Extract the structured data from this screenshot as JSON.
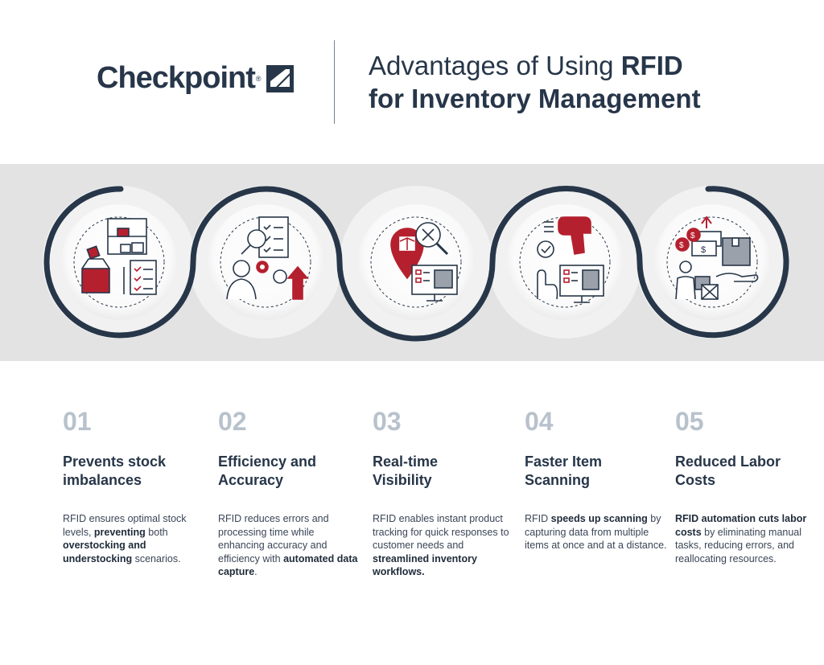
{
  "brand": {
    "name": "Checkpoint",
    "registered_mark": "®",
    "color": "#273649"
  },
  "title": {
    "line1_prefix": "Advantages of Using ",
    "line1_bold": "RFID",
    "line2": "for Inventory Management"
  },
  "colors": {
    "navy": "#273649",
    "red": "#b5202e",
    "band_gray": "#e3e3e3",
    "number_gray": "#b8c2cc"
  },
  "items": [
    {
      "number": "01",
      "heading_line1": "Prevents stock",
      "heading_line2": "imbalances",
      "icon": "warehouse-shelf-boxes-checklist-icon",
      "desc": [
        {
          "t": "RFID ensures optimal stock levels, ",
          "b": false
        },
        {
          "t": "preventing",
          "b": true
        },
        {
          "t": " both ",
          "b": false
        },
        {
          "t": "overstocking and understocking",
          "b": true
        },
        {
          "t": " scenarios.",
          "b": false
        }
      ]
    },
    {
      "number": "02",
      "heading_line1": "Efficiency and",
      "heading_line2": "Accuracy",
      "icon": "worker-checklist-gear-arrow-icon",
      "desc": [
        {
          "t": "RFID reduces errors and processing time while enhancing accuracy and efficiency with ",
          "b": false
        },
        {
          "t": "automated data capture",
          "b": true
        },
        {
          "t": ".",
          "b": false
        }
      ]
    },
    {
      "number": "03",
      "heading_line1": "Real-time",
      "heading_line2": "Visibility",
      "icon": "location-pin-magnifier-monitor-icon",
      "desc": [
        {
          "t": "RFID enables instant product tracking for quick responses to customer needs and ",
          "b": false
        },
        {
          "t": "streamlined inventory workflows.",
          "b": true
        }
      ]
    },
    {
      "number": "04",
      "heading_line1": "Faster Item",
      "heading_line2": "Scanning",
      "icon": "rfid-scanner-monitor-hand-icon",
      "desc": [
        {
          "t": "RFID ",
          "b": false
        },
        {
          "t": "speeds up scanning",
          "b": true
        },
        {
          "t": " by capturing data from multiple items at once and at a distance.",
          "b": false
        }
      ]
    },
    {
      "number": "05",
      "heading_line1": "Reduced Labor",
      "heading_line2": "Costs",
      "icon": "money-worker-box-hand-icon",
      "desc": [
        {
          "t": "RFID automation cuts labor costs",
          "b": true
        },
        {
          "t": " by eliminating manual tasks, reducing errors, and reallocating resources.",
          "b": false
        }
      ]
    }
  ]
}
